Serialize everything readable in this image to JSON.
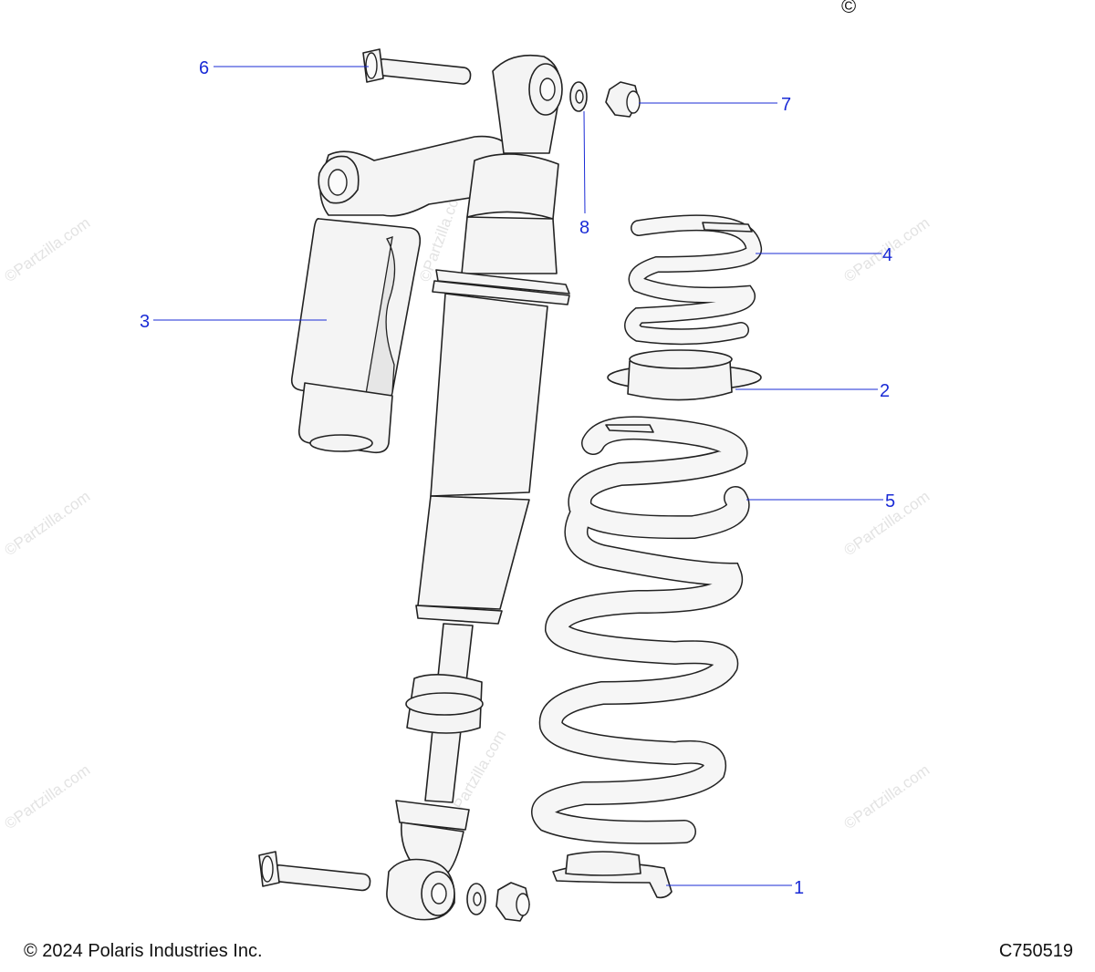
{
  "diagram": {
    "callouts": [
      "1",
      "2",
      "3",
      "4",
      "5",
      "6",
      "7",
      "8"
    ],
    "watermark": "©Partzilla.com",
    "corner_mark": "©"
  },
  "footer": {
    "copyright": "© 2024 Polaris Industries Inc.",
    "figure_id": "C750519"
  }
}
